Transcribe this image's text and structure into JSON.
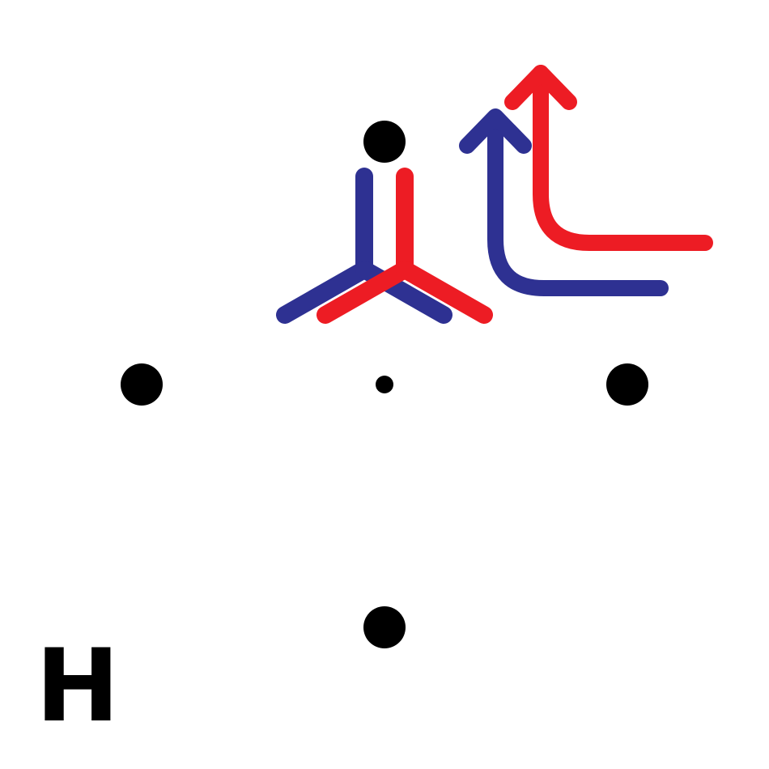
{
  "panel_label": "H",
  "colors": {
    "dot": "#000000",
    "blue": "#2E3192",
    "red": "#ED1C24",
    "background": "#ffffff"
  },
  "elements": {
    "dots": [
      "dot-top",
      "dot-left",
      "dot-center",
      "dot-right",
      "dot-bottom"
    ],
    "symbols": [
      "blue-y-symbol",
      "red-y-symbol"
    ],
    "arrows": [
      "blue-turn-arrow",
      "red-turn-arrow"
    ]
  }
}
